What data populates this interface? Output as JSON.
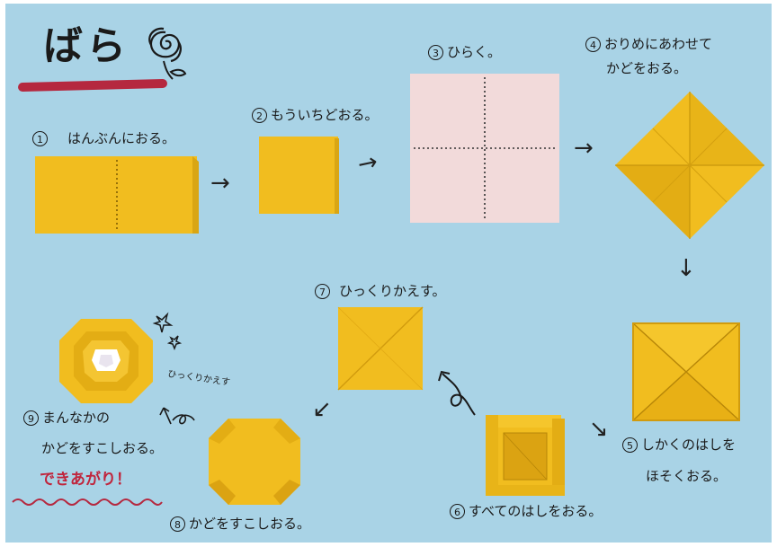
{
  "title": "ばら",
  "colors": {
    "board": "#a9d3e6",
    "paper_yellow": "#f1bd1f",
    "paper_pink": "#f2dada",
    "title_underline": "#b5283f",
    "done_text": "#c0253c"
  },
  "steps": [
    {
      "num": "1",
      "text": "はんぶんにおる。"
    },
    {
      "num": "2",
      "text": "もういちどおる。"
    },
    {
      "num": "3",
      "text": "ひらく。"
    },
    {
      "num": "4",
      "line1": "おりめにあわせて",
      "line2": "かどをおる。"
    },
    {
      "num": "5",
      "line1": "しかくのはしを",
      "line2": "ほそくおる。"
    },
    {
      "num": "6",
      "text": "すべてのはしをおる。"
    },
    {
      "num": "7",
      "text": "ひっくりかえす。"
    },
    {
      "num": "8",
      "text": "かどをすこしおる。"
    },
    {
      "num": "9",
      "line1": "まんなかの",
      "line2": "かどをすこしおる。"
    }
  ],
  "side_note": "ひっくりかえす",
  "done_text": "できあがり！"
}
